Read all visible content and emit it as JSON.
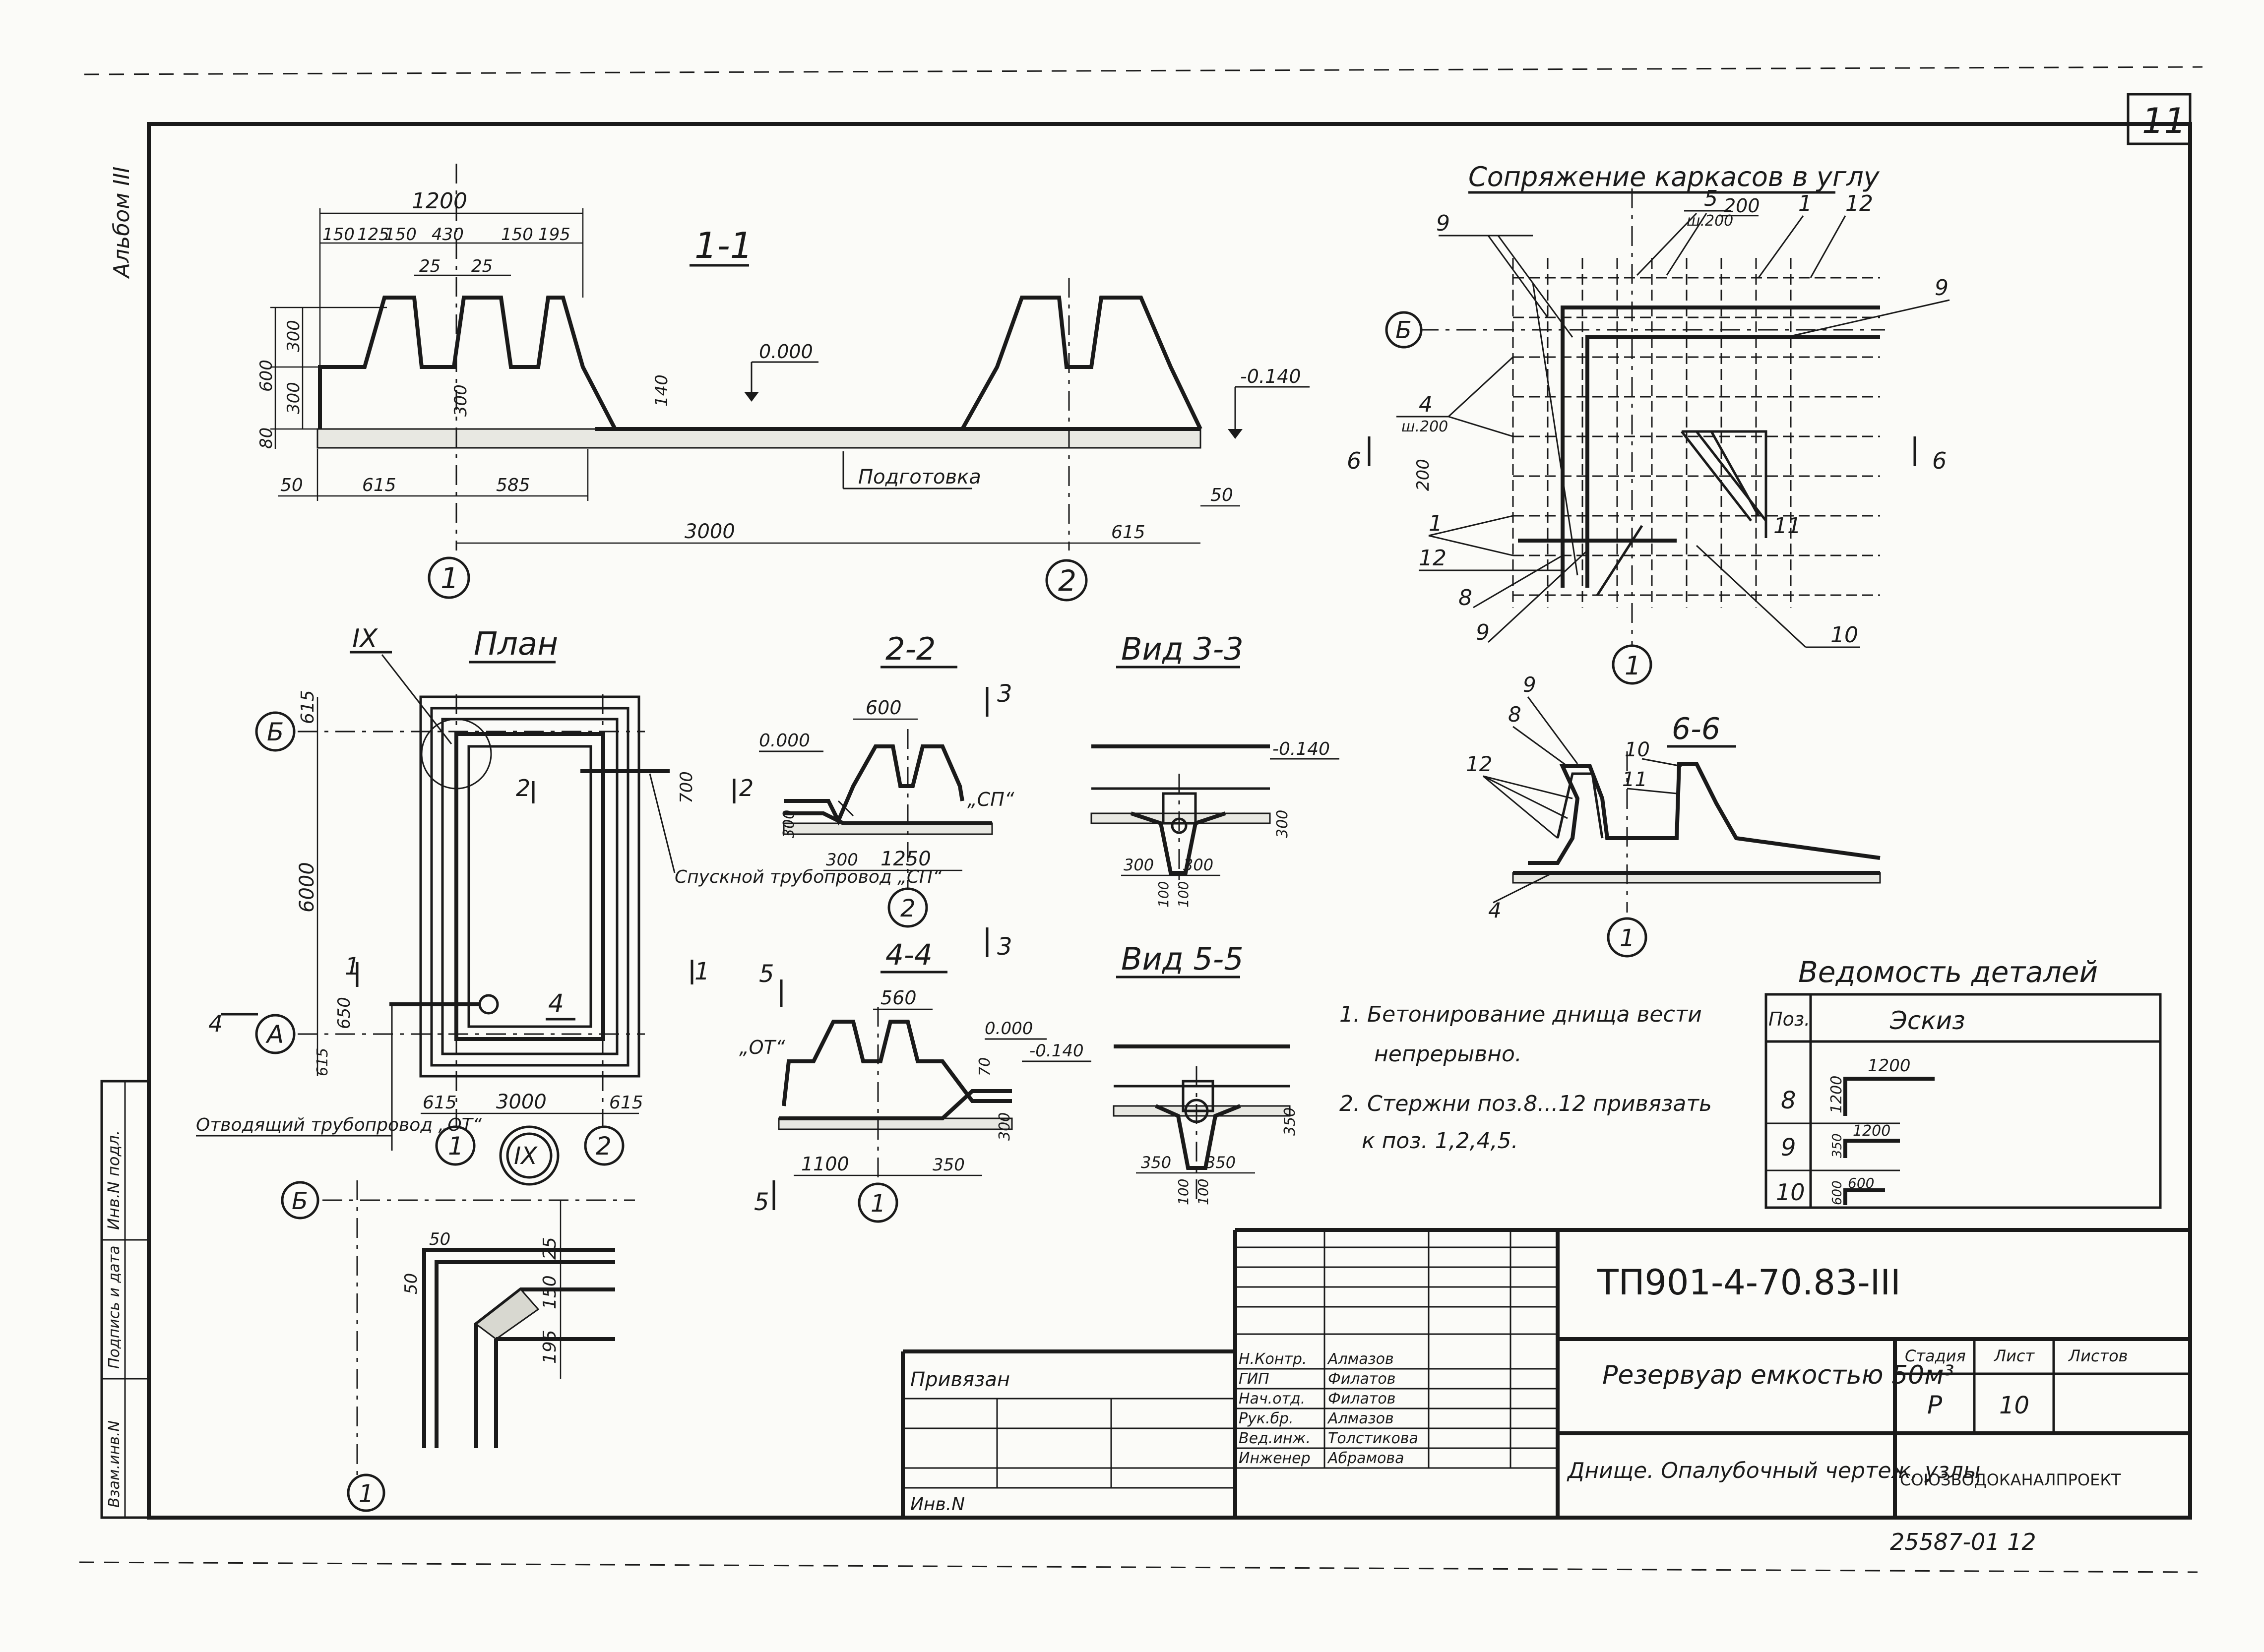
{
  "sheet": {
    "album": "Альбом III",
    "sheet_number": "11",
    "archive_number": "25587-01 12"
  },
  "section_1_1": {
    "title": "1-1",
    "dims_top": {
      "overall": "1200",
      "d1": "150",
      "d2": "125",
      "d3": "150",
      "d4": "430",
      "d5": "150",
      "d6": "195",
      "d7": "25",
      "d8": "25"
    },
    "dims_left": {
      "h600": "600",
      "h300a": "300",
      "h300b": "300",
      "h80": "80"
    },
    "dims_bottom": {
      "b50a": "50",
      "b615a": "615",
      "b585": "585",
      "b3000": "3000",
      "b615b": "615",
      "b50b": "50"
    },
    "inner": {
      "h300": "300",
      "h140": "140"
    },
    "levels": {
      "zero": "0.000",
      "minus": "-0.140"
    },
    "base_label": "Подготовка",
    "axis_1": "1",
    "axis_2": "2"
  },
  "corner_detail": {
    "title": "Сопряжение каркасов в углу",
    "labels": {
      "n5": "5",
      "step5": "ш.200",
      "d200": "200",
      "n1": "1",
      "n12": "12",
      "n9a": "9",
      "n9b": "9",
      "axis_b": "Б",
      "n4": "4",
      "step4": "ш.200",
      "cut6": "6",
      "d200b": "200",
      "n1b": "1",
      "n12b": "12",
      "n8": "8",
      "n9c": "9",
      "n11": "11",
      "n10": "10",
      "axis_1": "1"
    }
  },
  "plan": {
    "title": "План",
    "ref": "IX",
    "axis_b": "Б",
    "axis_a": "А",
    "dims": {
      "d615top": "615",
      "d6000": "6000",
      "d700": "700",
      "d650": "650",
      "d615left": "615",
      "d615b1": "615",
      "d3000": "3000",
      "d615b2": "615"
    },
    "cuts": {
      "c1a": "1",
      "c1b": "1",
      "c2": "2",
      "c4a": "4",
      "c4b": "4"
    },
    "drain_out": "Отводящий трубопровод „ОТ“",
    "drain_in": "Спускной трубопровод „СП“",
    "axis_1": "1",
    "axis_2": "2",
    "node": "IX"
  },
  "node_ix": {
    "axis_b": "Б",
    "axis_1": "1",
    "dims": {
      "d50a": "50",
      "d50b": "50",
      "d25": "25",
      "d150": "150",
      "d195": "195"
    }
  },
  "section_2_2": {
    "title": "2-2",
    "dims": {
      "d600": "600",
      "d300": "300",
      "d1250": "1250",
      "d300v": "300"
    },
    "level": "0.000",
    "pipe": "„СП“",
    "cut2": "2",
    "cut3a": "3",
    "cut3b": "3",
    "axis_2": "2"
  },
  "view_3_3": {
    "title": "Вид 3-3",
    "level": "-0.140",
    "dims": {
      "d300a": "300",
      "d300b": "300",
      "d300v": "300",
      "d100a": "100",
      "d100b": "100"
    }
  },
  "section_4_4": {
    "title": "4-4",
    "dims": {
      "d560": "560",
      "d70": "70",
      "d300v": "300",
      "d1100": "1100",
      "d350": "350"
    },
    "levels": {
      "zero": "0.000",
      "minus": "-0.140"
    },
    "pipe": "„ОТ“",
    "cut5a": "5",
    "cut5b": "5",
    "axis_1": "1"
  },
  "view_5_5": {
    "title": "Вид 5-5",
    "dims": {
      "d350a": "350",
      "d350b": "350",
      "d350v": "350",
      "d100a": "100",
      "d100b": "100"
    }
  },
  "section_6_6": {
    "title": "6-6",
    "labels": {
      "n9": "9",
      "n8": "8",
      "n12": "12",
      "n10": "10",
      "n11": "11",
      "n4": "4",
      "axis_1": "1"
    }
  },
  "notes": [
    "1. Бетонирование днища вести непрерывно.",
    "2. Стержни поз.8...12 привязать к поз. 1,2,4,5."
  ],
  "details_table": {
    "title": "Ведомость деталей",
    "header_pos": "Поз.",
    "header_sketch": "Эскиз",
    "rows": [
      {
        "pos": "8",
        "top": "1200",
        "side": "1200"
      },
      {
        "pos": "9",
        "top": "1200",
        "side": "350"
      },
      {
        "pos": "10",
        "top": "600",
        "side": "600"
      }
    ]
  },
  "title_block": {
    "code": "ТП901-4-70.83-III",
    "bound": "Привязан",
    "inv": "Инв.N",
    "object": "Резервуар емкостью 50м³",
    "sheet_title": "Днище. Опалубочный чертеж, узлы",
    "stage_h": "Стадия",
    "sheet_h": "Лист",
    "sheets_h": "Листов",
    "stage": "Р",
    "sheet": "10",
    "org": "СОЮЗВОДОКАНАЛПРОЕКТ",
    "people": [
      {
        "role": "Н.Контр.",
        "name": "Алмазов"
      },
      {
        "role": "ГИП",
        "name": "Филатов"
      },
      {
        "role": "Нач.отд.",
        "name": "Филатов"
      },
      {
        "role": "Рук.бр.",
        "name": "Алмазов"
      },
      {
        "role": "Вед.инж.",
        "name": "Толстикова"
      },
      {
        "role": "Инженер",
        "name": "Абрамова"
      }
    ]
  },
  "side_stamp": {
    "l1": "Инв.N подл.",
    "l2": "Подпись и дата",
    "l3": "Взам.инв.N"
  }
}
